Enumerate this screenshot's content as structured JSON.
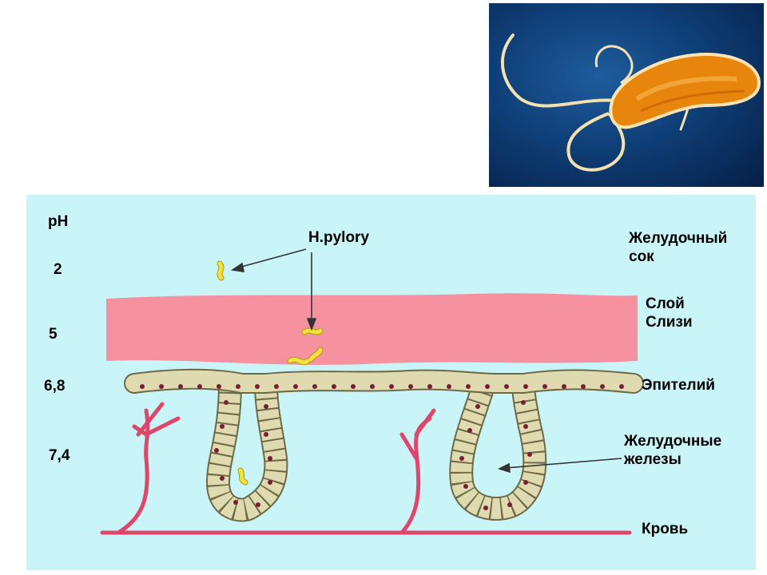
{
  "colors": {
    "photo_bg": "#0f3f78",
    "bacterium_body": "#e8850c",
    "diagram_bg": "#c9f4f8",
    "mucus_layer": "#f6929f",
    "epithelium_cell": "#e0dab0",
    "cell_nucleus": "#7a1f33",
    "blood_vessel": "#e0456a",
    "bacteria_marker": "#f2e23a"
  },
  "labels": {
    "ph_header": "pH",
    "ph_values": [
      "2",
      "5",
      "6,8",
      "7,4"
    ],
    "bacterium": "H.pylory",
    "gastric_juice": "Желудочный\nсок",
    "mucus_layer": "Слой\nСлизи",
    "epithelium": "Эпителий",
    "gastric_glands": "Желудочные\nжелезы",
    "blood": "Кровь"
  }
}
